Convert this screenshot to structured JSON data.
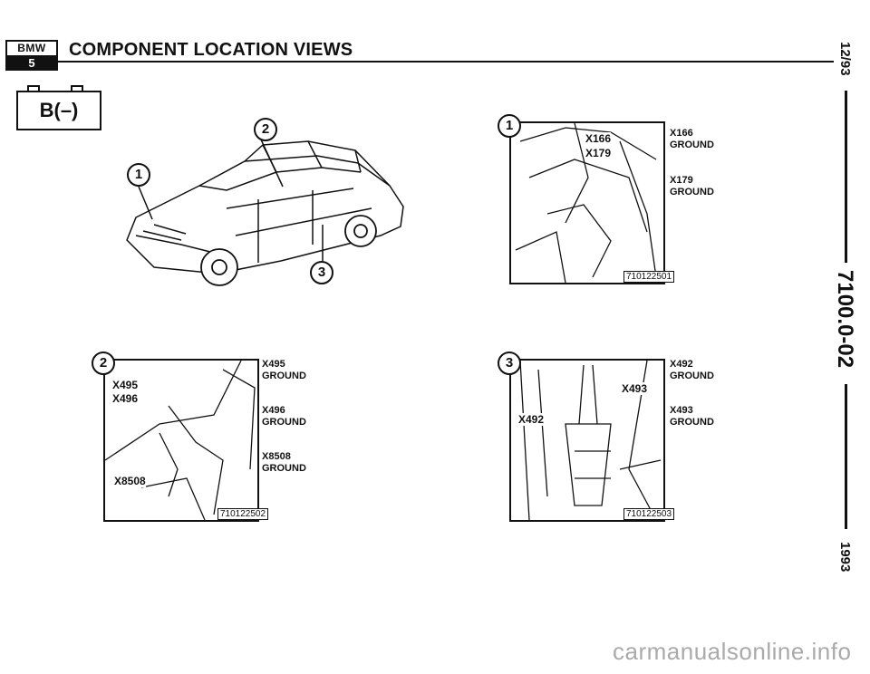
{
  "header": {
    "logo_top": "BMW",
    "logo_bottom": "5",
    "title": "COMPONENT LOCATION VIEWS",
    "battery_label": "B(–)"
  },
  "side": {
    "date": "12/93",
    "doc_number": "7100.0-02",
    "year": "1993"
  },
  "overview": {
    "callouts": [
      "1",
      "2",
      "3"
    ]
  },
  "panels": [
    {
      "number": "1",
      "tags": [
        "X166",
        "X179"
      ],
      "legend": [
        {
          "id": "X166",
          "text": "GROUND"
        },
        {
          "id": "X179",
          "text": "GROUND"
        }
      ],
      "ref": "710122501"
    },
    {
      "number": "2",
      "tags": [
        "X495",
        "X496",
        "X8508"
      ],
      "legend": [
        {
          "id": "X495",
          "text": "GROUND"
        },
        {
          "id": "X496",
          "text": "GROUND"
        },
        {
          "id": "X8508",
          "text": "GROUND"
        }
      ],
      "ref": "710122502"
    },
    {
      "number": "3",
      "tags": [
        "X492",
        "X493"
      ],
      "legend": [
        {
          "id": "X492",
          "text": "GROUND"
        },
        {
          "id": "X493",
          "text": "GROUND"
        }
      ],
      "ref": "710122503"
    }
  ],
  "footer": {
    "watermark": "carmanualsonline.info"
  }
}
